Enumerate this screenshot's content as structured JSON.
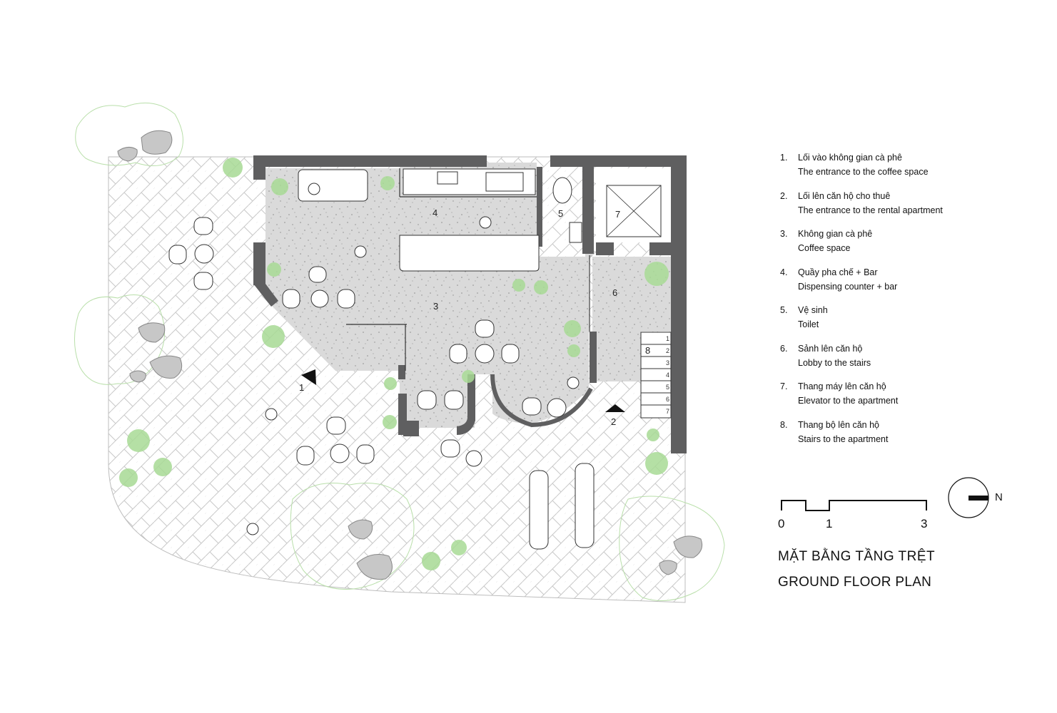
{
  "room_labels": [
    "1",
    "2",
    "3",
    "4",
    "5",
    "6",
    "7",
    "8"
  ],
  "stair_steps": [
    "1",
    "2",
    "3",
    "4",
    "5",
    "6",
    "7"
  ],
  "legend": [
    {
      "num": "1.",
      "vi": "Lối vào không gian cà phê",
      "en": "The entrance to the coffee space"
    },
    {
      "num": "2.",
      "vi": "Lối lên căn hộ cho thuê",
      "en": "The entrance to the rental apartment"
    },
    {
      "num": "3.",
      "vi": "Không gian cà phê",
      "en": "Coffee space"
    },
    {
      "num": "4.",
      "vi": "Quầy pha chế + Bar",
      "en": "Dispensing counter + bar"
    },
    {
      "num": "5.",
      "vi": "Vệ sinh",
      "en": "Toilet"
    },
    {
      "num": "6.",
      "vi": "Sảnh lên căn hộ",
      "en": "Lobby to the stairs"
    },
    {
      "num": "7.",
      "vi": "Thang máy lên căn hộ",
      "en": "Elevator to the apartment"
    },
    {
      "num": "8.",
      "vi": "Thang bộ lên căn hộ",
      "en": "Stairs to the apartment"
    }
  ],
  "scale_bar": {
    "labels": [
      "0",
      "1",
      "3"
    ]
  },
  "north_label": "N",
  "title": {
    "vi": "MẶT BẰNG TẦNG TRỆT",
    "en": "GROUND FLOOR PLAN"
  },
  "colors": {
    "wall": "#5f5f60",
    "floor": "#d9d9d9",
    "paving_line": "#c4c4c4",
    "plant": "#9ed68a",
    "rock": "#bdbdbd"
  }
}
